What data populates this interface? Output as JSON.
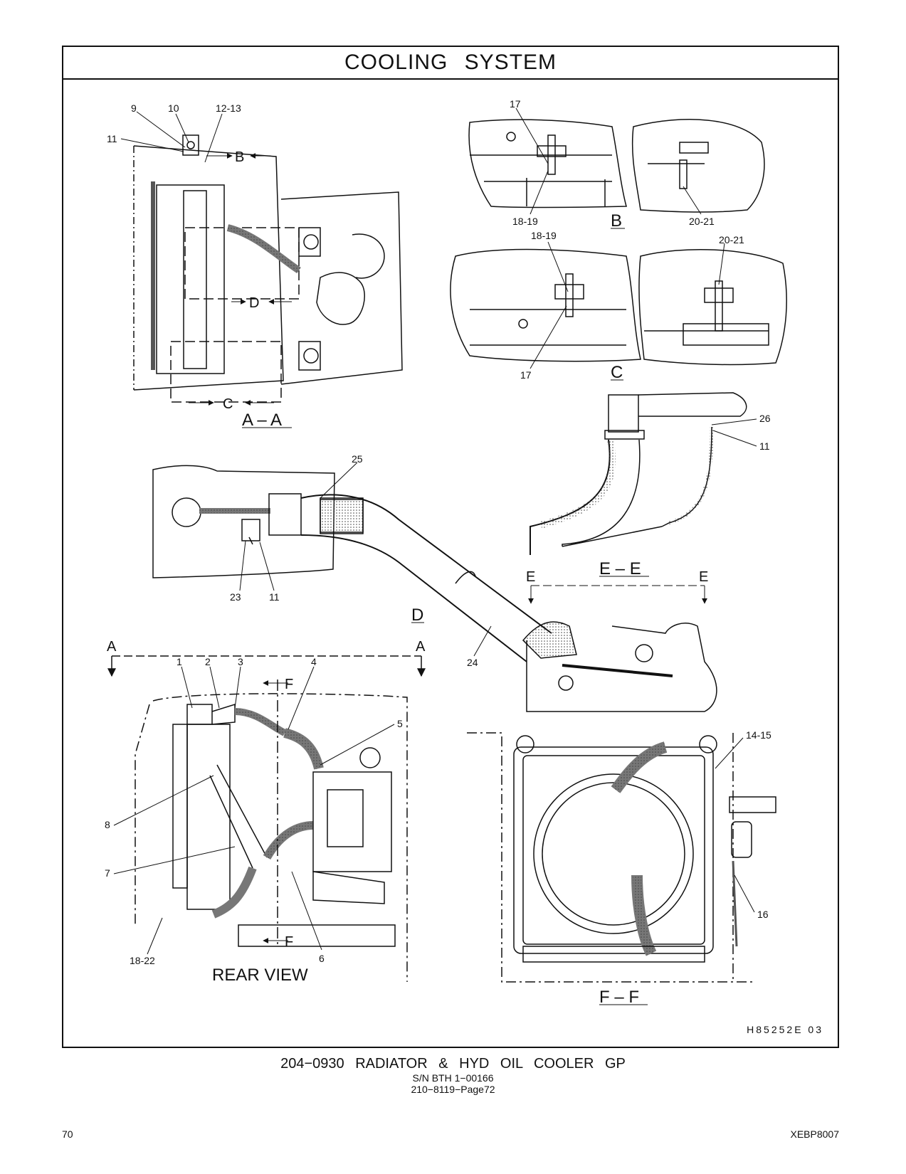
{
  "header": {
    "title": "COOLING   SYSTEM"
  },
  "callouts": {
    "c9": "9",
    "c10": "10",
    "c12_13": "12-13",
    "c11_top": "11",
    "c17_b": "17",
    "c18_19_b": "18-19",
    "c20_21_b": "20-21",
    "c18_19_c": "18-19",
    "c20_21_c": "20-21",
    "c17_c": "17",
    "c26": "26",
    "c11_ee": "11",
    "c25": "25",
    "c23": "23",
    "c11_d": "11",
    "c24": "24",
    "c1": "1",
    "c2": "2",
    "c3": "3",
    "c4": "4",
    "c5": "5",
    "c8": "8",
    "c7": "7",
    "c6": "6",
    "c18_22": "18-22",
    "c14_15": "14-15",
    "c16": "16"
  },
  "section_markers": {
    "b": "B",
    "c": "C",
    "d": "D",
    "a": "A",
    "e": "E",
    "f": "F"
  },
  "view_labels": {
    "aa": "A – A",
    "b": "B",
    "c": "C",
    "d": "D",
    "ee": "E – E",
    "rear": "REAR VIEW",
    "ff": "F – F"
  },
  "illustration_code": "H85252E   03",
  "caption": {
    "main": "204−0930   RADIATOR  &  HYD  OIL  COOLER  GP",
    "serial": "S/N BTH 1−00166",
    "ref": "210−8119−Page72"
  },
  "footer": {
    "page_number": "70",
    "doc_number": "XEBP8007"
  }
}
